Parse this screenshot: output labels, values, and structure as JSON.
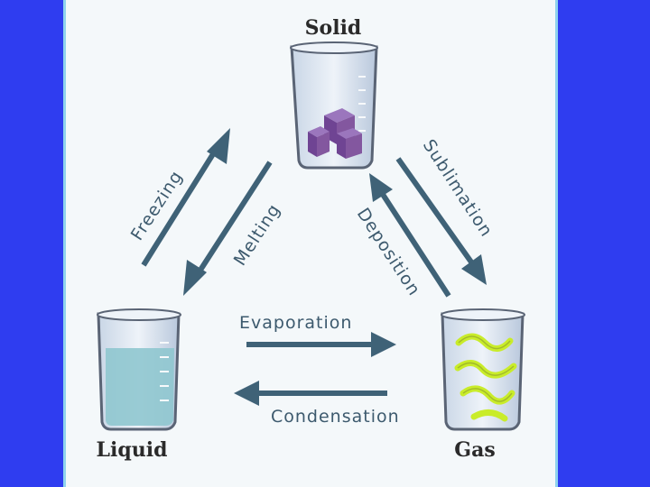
{
  "states": {
    "solid": "Solid",
    "liquid": "Liquid",
    "gas": "Gas"
  },
  "processes": {
    "freezing": "Freezing",
    "melting": "Melting",
    "sublimation": "Sublimation",
    "deposition": "Deposition",
    "evaporation": "Evaporation",
    "condensation": "Condensation"
  },
  "colors": {
    "background": "#2f3df0",
    "panel": "#f4f8fa",
    "arrow": "#3f6277",
    "beaker_glass": "#dbe6f1",
    "beaker_outline": "#5a6475",
    "solid_cubes": "#7b4fa0",
    "liquid_water": "#8fc6cf",
    "gas_swirls": "#c9ec2a"
  }
}
